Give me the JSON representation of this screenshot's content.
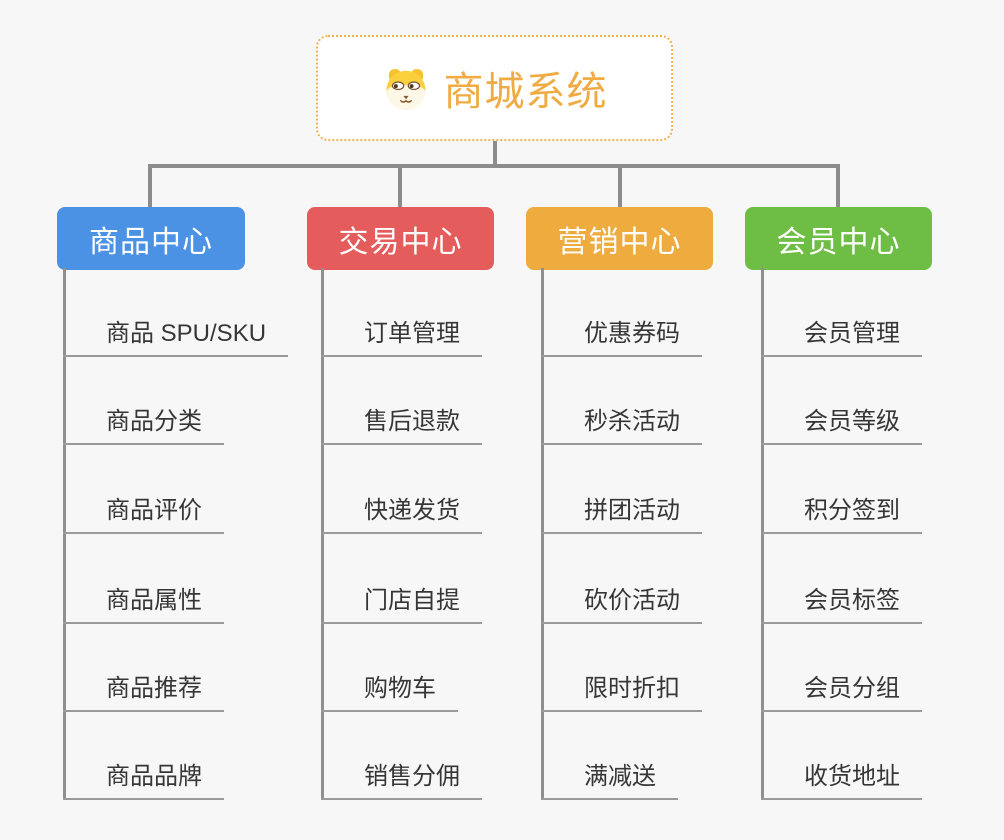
{
  "canvas": {
    "background": "#F7F7F7",
    "connector_color": "#8C8C8C"
  },
  "root": {
    "title": "商城系统",
    "icon": "dog-face-icon",
    "text_color": "#F0AB43",
    "border_color": "#F3B14E"
  },
  "branches": [
    {
      "label": "商品中心",
      "color": "#4B92E5",
      "children": [
        "商品 SPU/SKU",
        "商品分类",
        "商品评价",
        "商品属性",
        "商品推荐",
        "商品品牌"
      ]
    },
    {
      "label": "交易中心",
      "color": "#E45C5C",
      "children": [
        "订单管理",
        "售后退款",
        "快递发货",
        "门店自提",
        "购物车",
        "销售分佣"
      ]
    },
    {
      "label": "营销中心",
      "color": "#EDAC3D",
      "children": [
        "优惠券码",
        "秒杀活动",
        "拼团活动",
        "砍价活动",
        "限时折扣",
        "满减送"
      ]
    },
    {
      "label": "会员中心",
      "color": "#6EBE45",
      "children": [
        "会员管理",
        "会员等级",
        "积分签到",
        "会员标签",
        "会员分组",
        "收货地址"
      ]
    }
  ]
}
